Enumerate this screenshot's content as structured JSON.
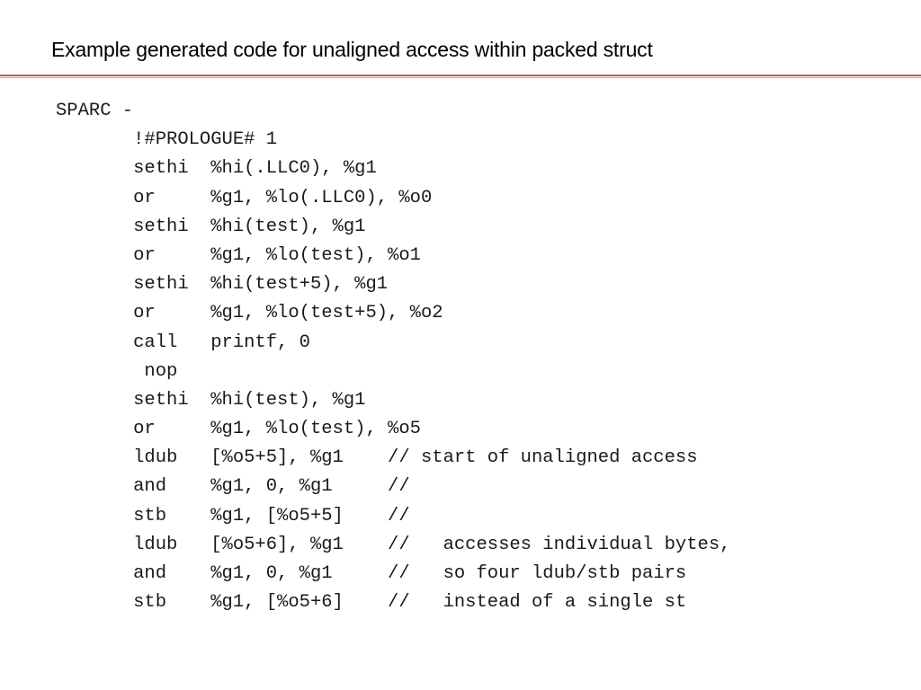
{
  "slide": {
    "title": "Example generated code for unaligned access within packed struct"
  },
  "colors": {
    "rule_primary": "#c0623c",
    "rule_secondary": "#e3a58a"
  },
  "code": {
    "lines": [
      "SPARC -",
      "       !#PROLOGUE# 1",
      "       sethi  %hi(.LLC0), %g1",
      "       or     %g1, %lo(.LLC0), %o0",
      "       sethi  %hi(test), %g1",
      "       or     %g1, %lo(test), %o1",
      "       sethi  %hi(test+5), %g1",
      "       or     %g1, %lo(test+5), %o2",
      "       call   printf, 0",
      "        nop",
      "       sethi  %hi(test), %g1",
      "       or     %g1, %lo(test), %o5",
      "       ldub   [%o5+5], %g1    // start of unaligned access",
      "       and    %g1, 0, %g1     //",
      "       stb    %g1, [%o5+5]    //",
      "       ldub   [%o5+6], %g1    //   accesses individual bytes,",
      "       and    %g1, 0, %g1     //   so four ldub/stb pairs",
      "       stb    %g1, [%o5+6]    //   instead of a single st"
    ]
  }
}
